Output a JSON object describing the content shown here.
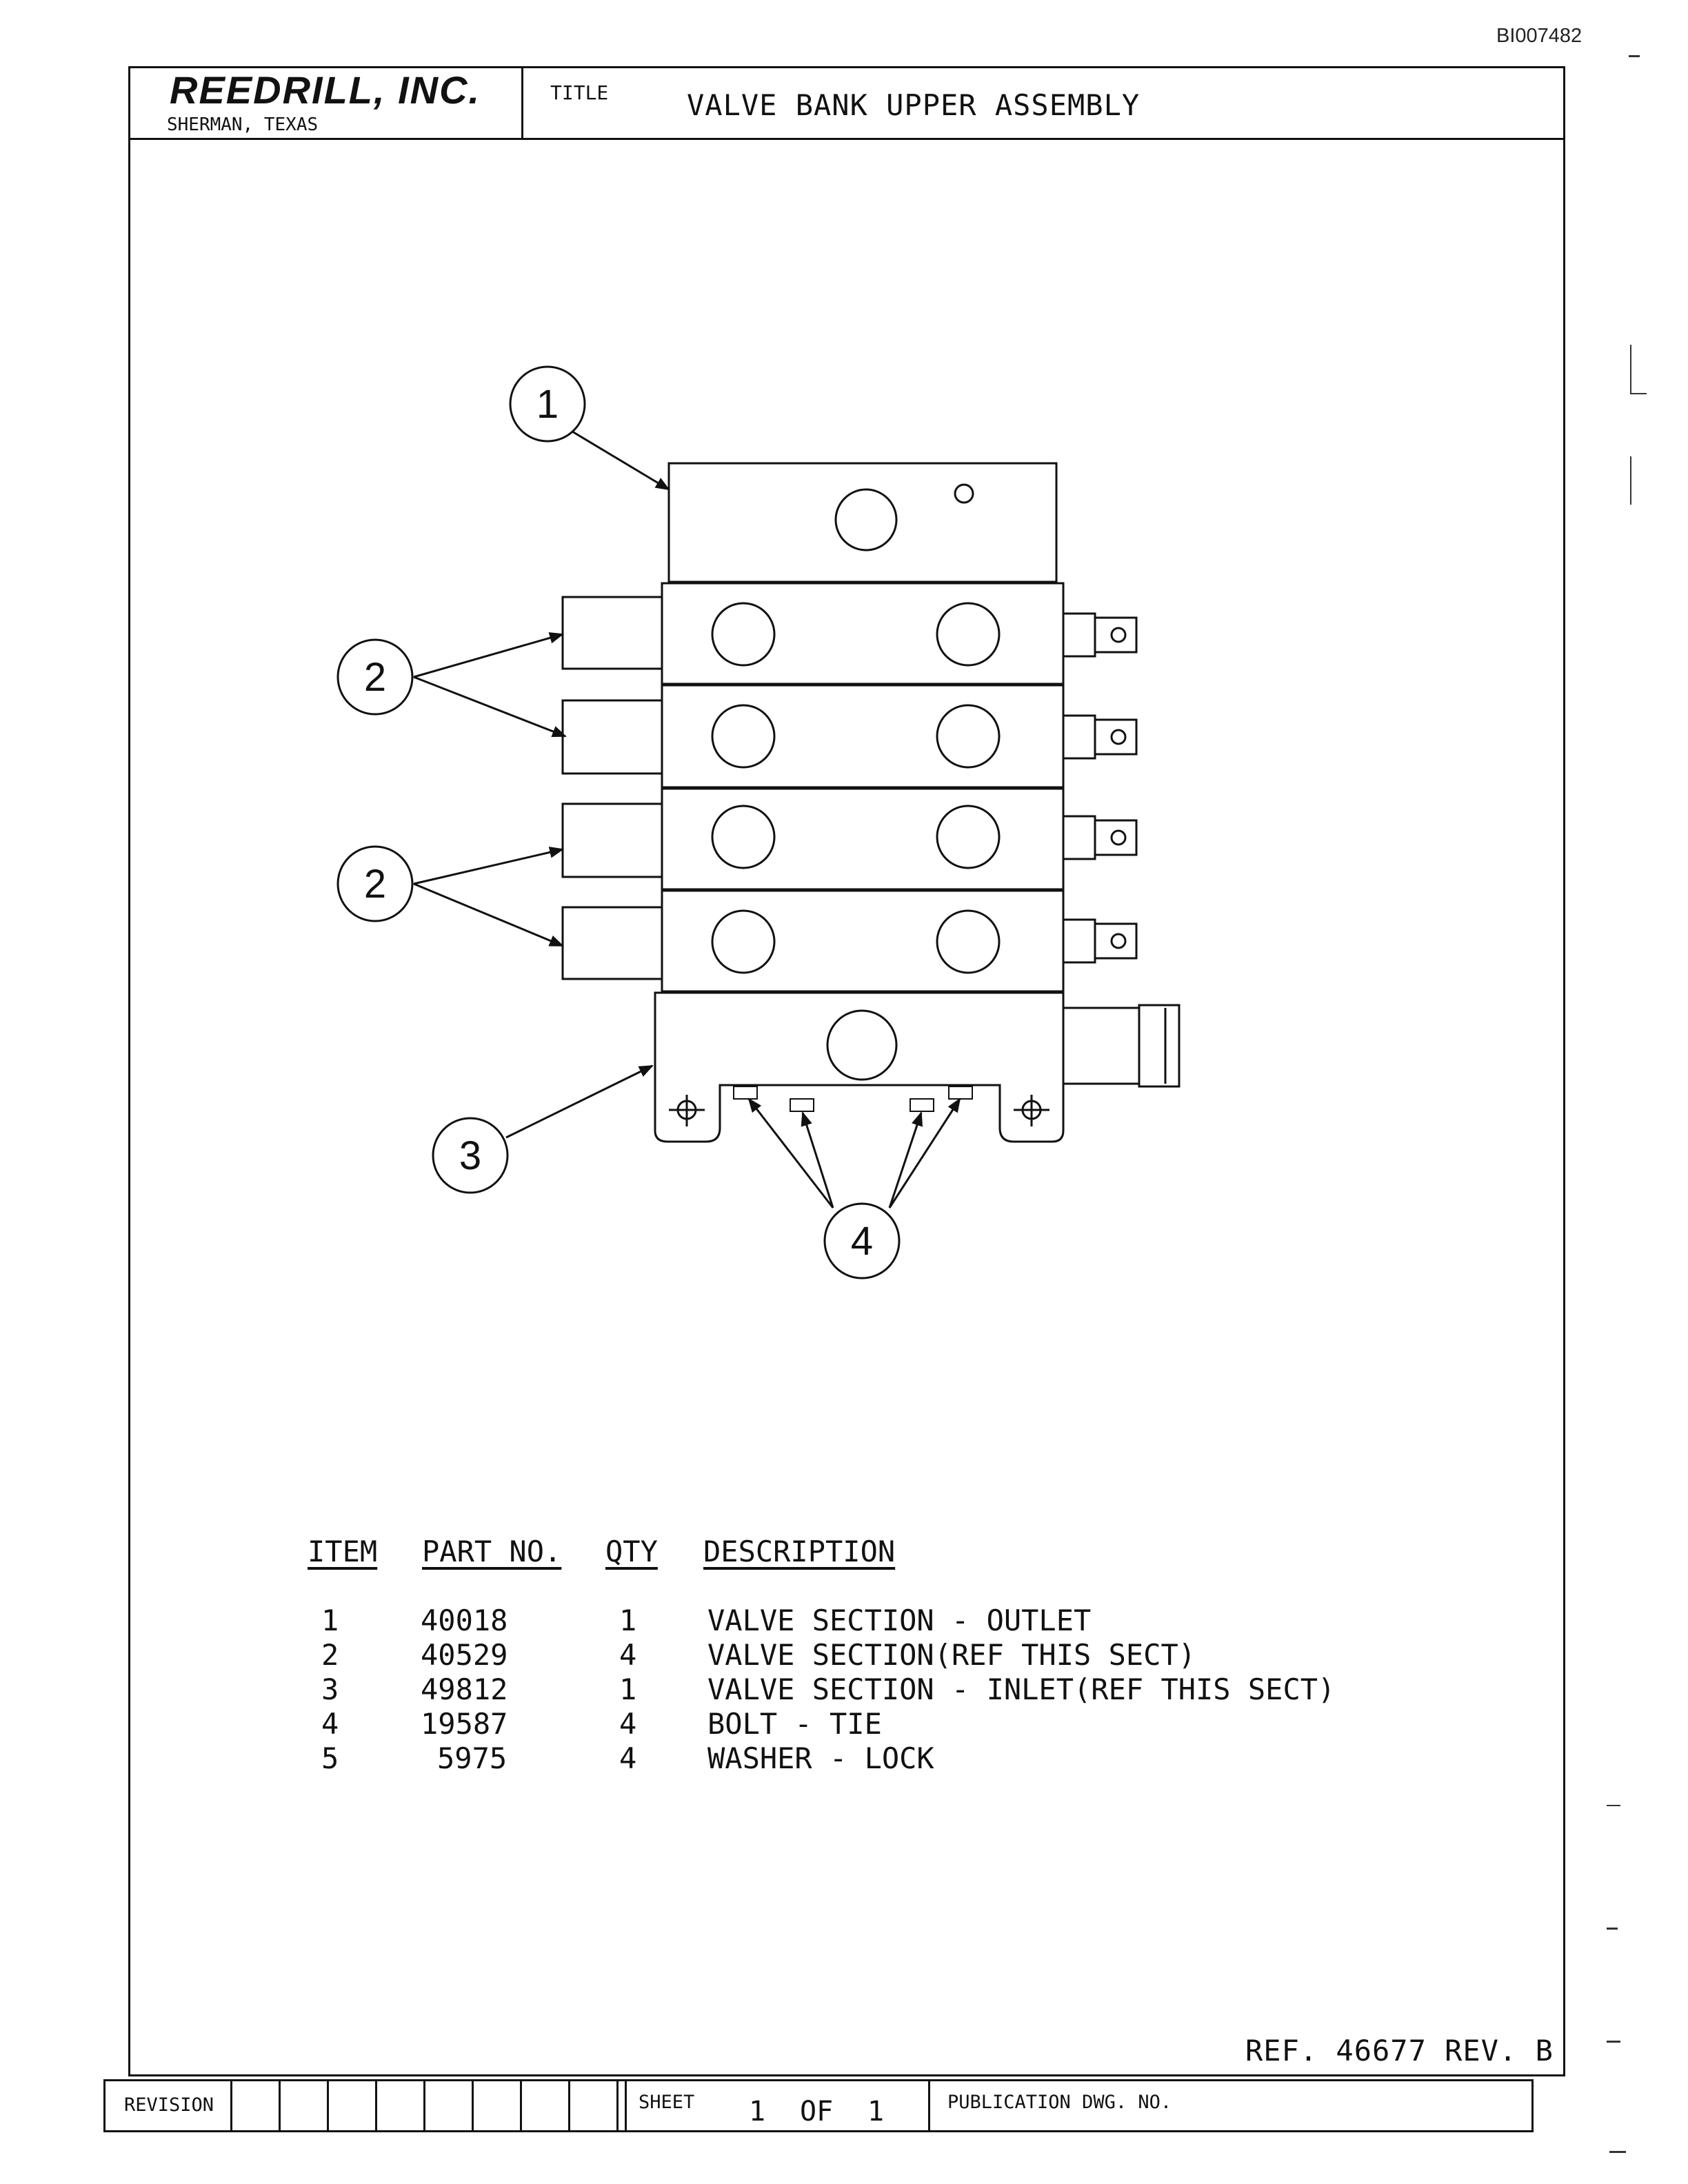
{
  "doc_id": "BI007482",
  "title_block": {
    "company": "REEDRILL, INC.",
    "location": "SHERMAN, TEXAS",
    "title_label": "TITLE",
    "title": "VALVE BANK UPPER ASSEMBLY"
  },
  "callouts": [
    "1",
    "2",
    "2",
    "3",
    "4"
  ],
  "parts_table": {
    "headers": {
      "item": "ITEM",
      "part_no": "PART NO.",
      "qty": "QTY",
      "description": "DESCRIPTION"
    },
    "rows": [
      {
        "item": "1",
        "part_no": "40018",
        "qty": "1",
        "description": "VALVE SECTION - OUTLET"
      },
      {
        "item": "2",
        "part_no": "40529",
        "qty": "4",
        "description": "VALVE SECTION(REF THIS SECT)"
      },
      {
        "item": "3",
        "part_no": "49812",
        "qty": "1",
        "description": "VALVE SECTION - INLET(REF THIS SECT)"
      },
      {
        "item": "4",
        "part_no": "19587",
        "qty": "4",
        "description": "BOLT - TIE"
      },
      {
        "item": "5",
        "part_no": "5975",
        "qty": "4",
        "description": "WASHER - LOCK"
      }
    ]
  },
  "reference": "REF. 46677 REV. B",
  "footer": {
    "revision_label": "REVISION",
    "sheet_label": "SHEET",
    "sheet_number": "1",
    "sheet_of": "OF",
    "sheet_total": "1",
    "publication_label": "PUBLICATION DWG. NO."
  }
}
